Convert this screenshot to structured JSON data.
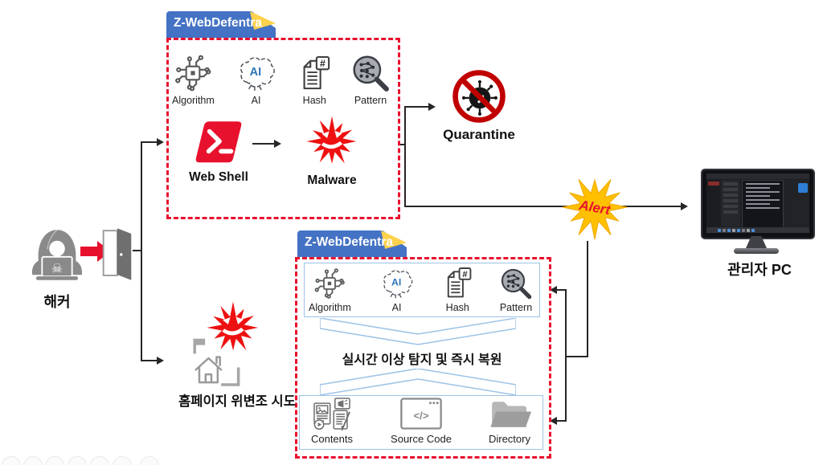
{
  "top_module": {
    "tab_label": "Z-WebDefentra",
    "engines": [
      "Algorithm",
      "AI",
      "Hash",
      "Pattern"
    ],
    "web_shell_label": "Web Shell",
    "malware_label": "Malware"
  },
  "bottom_module": {
    "tab_label": "Z-WebDefentra",
    "engines": [
      "Algorithm",
      "AI",
      "Hash",
      "Pattern"
    ],
    "core_text": "실시간 이상 탐지 및 즉시 복원",
    "assets": [
      "Contents",
      "Source Code",
      "Directory"
    ]
  },
  "nodes": {
    "hacker_label": "해커",
    "defacement_label": "홈페이지 위변조 시도",
    "quarantine_label": "Quarantine",
    "alert_label": "Alert",
    "admin_pc_label": "관리자 PC"
  },
  "icon_text": {
    "ai": "AI",
    "hash": "#",
    "source_code": "</>",
    "skull": "☠"
  },
  "colors": {
    "danger_red": "#e8112d",
    "tab_blue": "#4472c4",
    "fold_yellow": "#ffd24d",
    "alert_yellow": "#ffc000",
    "prohibit_red": "#c00000",
    "inner_border_blue": "#9dc3e6",
    "icon_gray": "#8a8a8a",
    "connector": "#262626"
  }
}
